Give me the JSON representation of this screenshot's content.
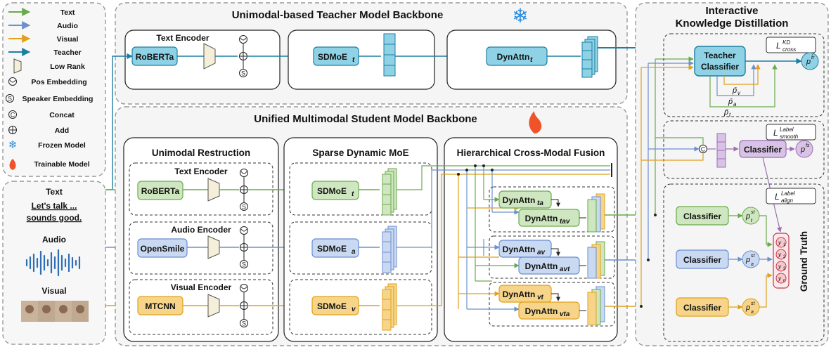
{
  "legend": {
    "text": "Text",
    "audio": "Audio",
    "visual": "Visual",
    "teacher": "Teacher",
    "low_rank": "Low Rank",
    "pos_embedding": "Pos Embedding",
    "speaker_embedding": "Speaker Embedding",
    "concat": "Concat",
    "add": "Add",
    "frozen_model": "Frozen Model",
    "trainable_model": "Trainable Model"
  },
  "inputs": {
    "text_label": "Text",
    "text_line1": "Let's talk ...",
    "text_line2": "sounds good.",
    "audio_label": "Audio",
    "visual_label": "Visual"
  },
  "teacher": {
    "title": "Unimodal-based Teacher Model Backbone",
    "text_encoder": "Text Encoder",
    "roberta": "RoBERTa",
    "sdmoe_base": "SDMoE",
    "sdmoe_sub": "t",
    "dynattn_base": "DynAttn",
    "dynattn_sub": "t"
  },
  "student": {
    "title": "Unified Multimodal Student Model Backbone",
    "unimodal_title": "Unimodal Restruction",
    "moe_title": "Sparse Dynamic MoE",
    "fusion_title": "Hierarchical Cross-Modal Fusion",
    "text_encoder": "Text Encoder",
    "audio_encoder": "Audio Encoder",
    "visual_encoder": "Visual Encoder",
    "roberta": "RoBERTa",
    "opensmile": "OpenSmile",
    "mtcnn": "MTCNN",
    "sdmoe_base": "SDMoE",
    "sdmoe_t": "t",
    "sdmoe_a": "a",
    "sdmoe_v": "v",
    "dynattn_base": "DynAttn",
    "dyn_ta": "ta",
    "dyn_tav": "tav",
    "dyn_av": "av",
    "dyn_avt": "avt",
    "dyn_vt": "vt",
    "dyn_vta": "vta"
  },
  "kd": {
    "title_line1": "Interactive",
    "title_line2": "Knowledge Distillation",
    "teacher_classifier_line1": "Teacher",
    "teacher_classifier_line2": "Classifier",
    "classifier": "Classifier",
    "loss_kd_base": "L",
    "loss_kd_sup": "KD",
    "loss_kd_sub": "cross",
    "loss_smooth_base": "L",
    "loss_smooth_sup": "Label",
    "loss_smooth_sub": "smooth",
    "loss_align_base": "L",
    "loss_align_sup": "Label",
    "loss_align_sub": "align",
    "p_tr_base": "p",
    "p_tr_sup": "t̂r",
    "p_fs_base": "p",
    "p_fs_sup": "fs",
    "p_t_st_base": "p",
    "p_t_st_sup": "st",
    "p_t_st_sub": "t",
    "p_a_st_base": "p",
    "p_a_st_sup": "st",
    "p_a_st_sub": "a",
    "p_v_st_base": "p",
    "p_v_st_sup": "st",
    "p_v_st_sub": "a",
    "pv_bar": "p̄",
    "pv_sub": "v",
    "pa_bar": "p̄",
    "pa_sub": "a",
    "pt_bar": "p̄",
    "pt_sub": "t",
    "ground_truth": "Ground Truth",
    "y1": "y",
    "y1_sub": "1",
    "y2": "y",
    "y2_sub": "2",
    "y3": "y",
    "y3_sub": "3",
    "yn": "y",
    "yn_sub": "n"
  },
  "colors": {
    "text": "#6aaa4c",
    "audio": "#6b8fd0",
    "visual": "#e0a11b",
    "teacher": "#1d7ea3",
    "teacher_fill": "#8fd2e6",
    "text_fill": "#cfe7c0",
    "audio_fill": "#c9d9f2",
    "visual_fill": "#f6d58a",
    "purple": "#9c6fb4",
    "purple_fill": "#d8c3e6",
    "gt_fill": "#f6c9cf",
    "gt_stroke": "#c0394a"
  }
}
